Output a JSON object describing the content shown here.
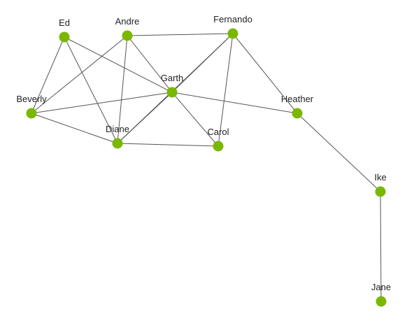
{
  "colors": {
    "node": "#7ab800",
    "edge": "#555555",
    "label": "#222222",
    "background": "#ffffff"
  },
  "nodes": [
    {
      "id": "ed",
      "label": "Ed"
    },
    {
      "id": "andre",
      "label": "Andre"
    },
    {
      "id": "fernando",
      "label": "Fernando"
    },
    {
      "id": "beverly",
      "label": "Beverly"
    },
    {
      "id": "garth",
      "label": "Garth"
    },
    {
      "id": "heather",
      "label": "Heather"
    },
    {
      "id": "diane",
      "label": "Diane"
    },
    {
      "id": "carol",
      "label": "Carol"
    },
    {
      "id": "ike",
      "label": "Ike"
    },
    {
      "id": "jane",
      "label": "Jane"
    }
  ],
  "edges": [
    [
      "ed",
      "beverly"
    ],
    [
      "ed",
      "diane"
    ],
    [
      "ed",
      "garth"
    ],
    [
      "andre",
      "fernando"
    ],
    [
      "andre",
      "beverly"
    ],
    [
      "andre",
      "diane"
    ],
    [
      "andre",
      "garth"
    ],
    [
      "fernando",
      "garth"
    ],
    [
      "fernando",
      "diane"
    ],
    [
      "fernando",
      "carol"
    ],
    [
      "fernando",
      "heather"
    ],
    [
      "beverly",
      "garth"
    ],
    [
      "beverly",
      "diane"
    ],
    [
      "garth",
      "diane"
    ],
    [
      "garth",
      "carol"
    ],
    [
      "garth",
      "heather"
    ],
    [
      "diane",
      "carol"
    ],
    [
      "heather",
      "ike"
    ],
    [
      "ike",
      "jane"
    ]
  ]
}
